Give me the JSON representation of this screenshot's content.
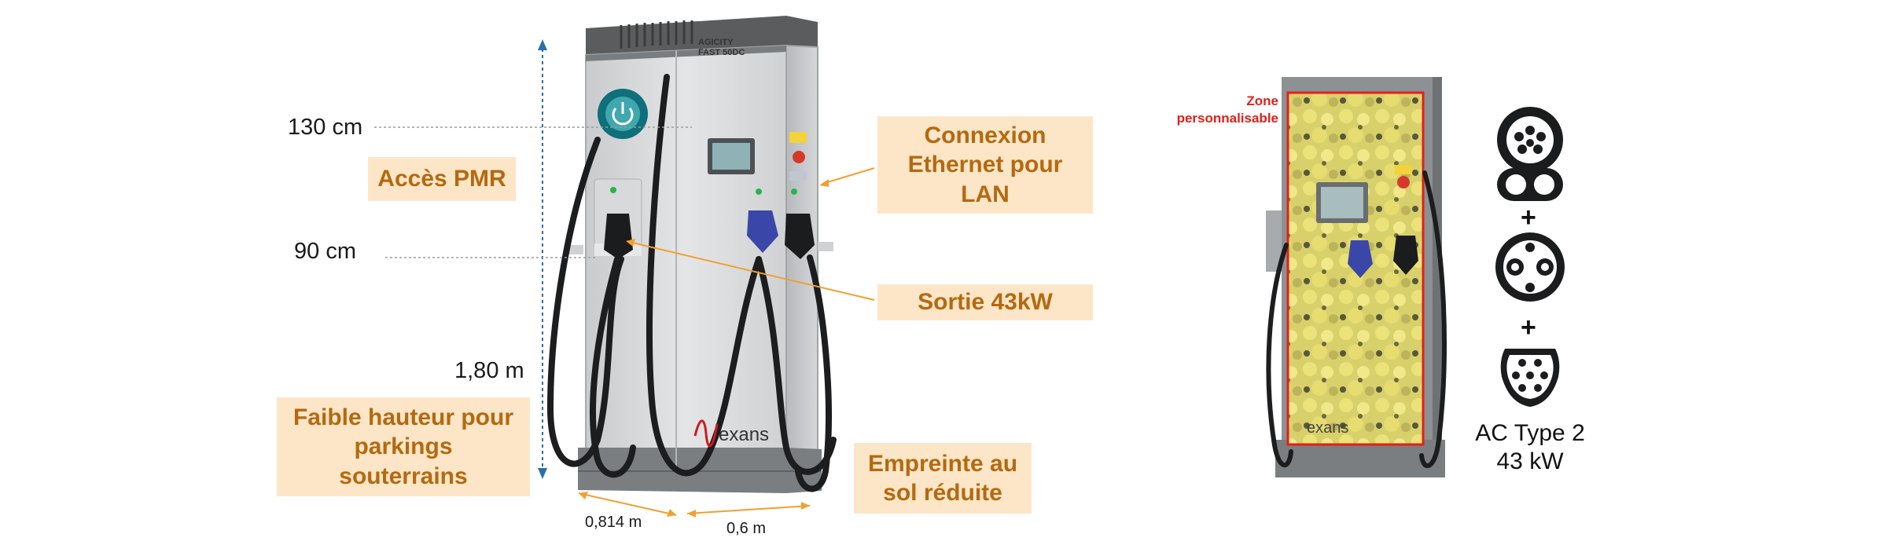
{
  "left_station": {
    "brand_model_line1": "AGICITY",
    "brand_model_line2": "FAST 50DC",
    "logo_text": "exans",
    "height_top": "130 cm",
    "height_mid": "90 cm",
    "total_height": "1,80 m",
    "width_depth": "0,814 m",
    "width_front": "0,6 m"
  },
  "callouts": {
    "pmr": "Accès PMR",
    "low_height_l1": "Faible hauteur pour",
    "low_height_l2": "parkings",
    "low_height_l3": "souterrains",
    "ethernet_l1": "Connexion",
    "ethernet_l2": "Ethernet pour",
    "ethernet_l3": "LAN",
    "output": "Sortie 43kW",
    "footprint_l1": "Empreinte au",
    "footprint_l2": "sol réduite"
  },
  "right_station": {
    "zone_l1": "Zone",
    "zone_l2": "personnalisable",
    "logo_text": "exans",
    "plus_1": "+",
    "plus_2": "+",
    "connector_label_l1": "AC Type 2",
    "connector_label_l2": "43 kW"
  },
  "icons": {
    "ccs": "ccs-connector-icon",
    "chademo": "chademo-connector-icon",
    "type2": "type2-connector-icon"
  },
  "colors": {
    "callout_bg": "#fde6c8",
    "callout_text": "#b5690f",
    "arrow": "#f0a030",
    "dim_line": "#2a6fa8",
    "zone_red": "#e0211b"
  }
}
